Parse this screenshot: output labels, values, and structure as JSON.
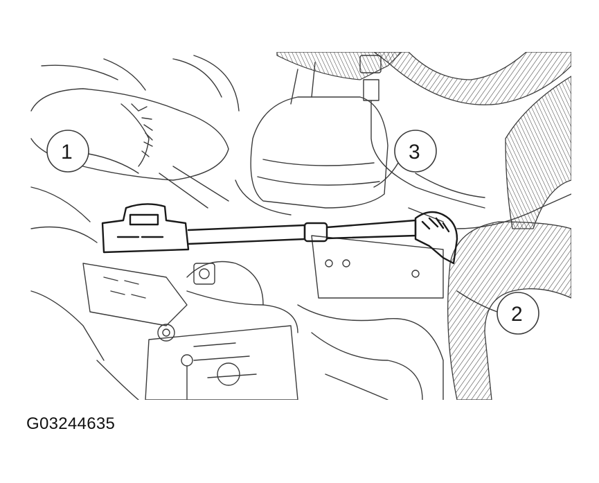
{
  "figure_reference": "G03244635",
  "callouts": [
    {
      "label": "1"
    },
    {
      "label": "2"
    },
    {
      "label": "3"
    }
  ],
  "colors": {
    "line": "#3a3a3a",
    "background": "#ffffff"
  }
}
